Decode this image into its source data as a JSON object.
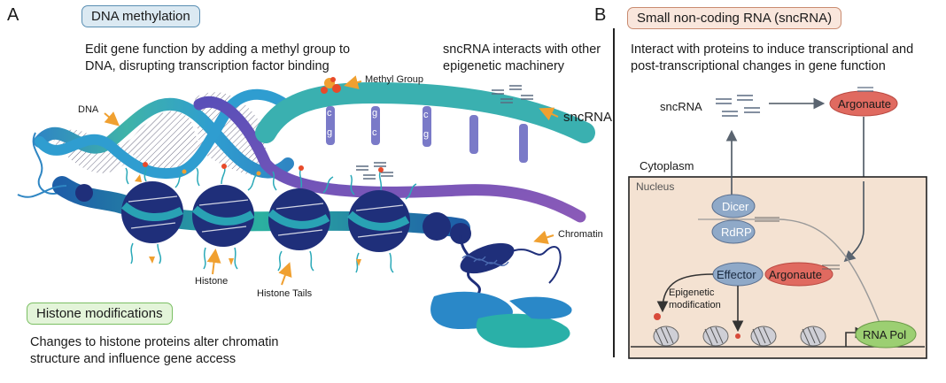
{
  "panel_a": {
    "letter": "A",
    "dna_methylation": {
      "title": "DNA methylation",
      "description": "Edit gene function by adding a methyl group to DNA, disrupting transcription factor binding"
    },
    "sncrna_note": "sncRNA interacts with other epigenetic machinery",
    "histone_modifications": {
      "title": "Histone modifications",
      "description": "Changes to histone proteins alter chromatin structure and influence gene access"
    },
    "labels": {
      "dna": "DNA",
      "methyl_group": "Methyl Group",
      "sncrna": "sncRNA",
      "chromatin": "Chromatin",
      "histone": "Histone",
      "histone_tails": "Histone Tails"
    },
    "base_pairs": [
      [
        "c",
        "g"
      ],
      [
        "g",
        "c"
      ],
      [
        "c",
        "g"
      ]
    ]
  },
  "panel_b": {
    "letter": "B",
    "title": "Small non-coding RNA (sncRNA)",
    "description": "Interact with proteins to induce transcriptional and post-transcriptional changes in gene function",
    "labels": {
      "sncrna": "sncRNA",
      "argonaute_top": "Argonaute",
      "cytoplasm": "Cytoplasm",
      "nucleus": "Nucleus",
      "dicer": "Dicer",
      "rdrp": "RdRP",
      "effector": "Effector",
      "argonaute_nucleus": "Argonaute",
      "epigenetic_modification": "Epigenetic modification",
      "rna_pol": "RNA Pol"
    }
  },
  "colors": {
    "dna_teal": "#3aa6a6",
    "dna_blue": "#2f86c3",
    "dna_purple": "#7a4fb0",
    "histone_navy": "#1f2f7a",
    "arrow_orange": "#f0a030",
    "argonaute_red": "#e06a60",
    "protein_blue": "#8fa9c8",
    "rnapol_green": "#9ccf72",
    "nucleus_fill": "#f4e2d2"
  }
}
